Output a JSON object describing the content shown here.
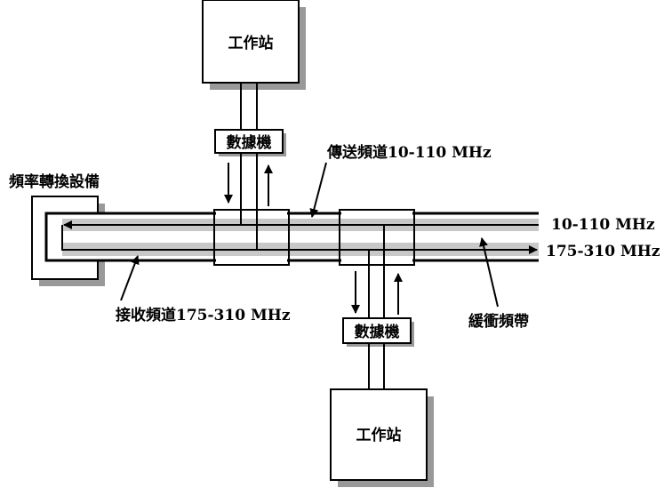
{
  "workstation_top": {
    "label": "工作站"
  },
  "workstation_bottom": {
    "label": "工作站"
  },
  "modem_top": {
    "label": "數據機"
  },
  "modem_bottom": {
    "label": "數據機"
  },
  "converter": {
    "label": "頻率轉換設備"
  },
  "labels": {
    "transmit_channel": "傳送頻道10-110 MHz",
    "receive_channel": "接收頻道175-310 MHz",
    "guard_band": "緩衝頻帶",
    "upper_freq": "10-110 MHz",
    "lower_freq": "175-310 MHz"
  },
  "colors": {
    "band": "#c8c8c8",
    "shadow": "#999999",
    "line": "#000000"
  }
}
